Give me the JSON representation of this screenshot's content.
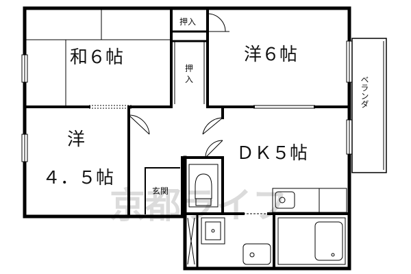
{
  "rooms": {
    "washitsu": "和６帖",
    "yoshitsu_6": "洋６帖",
    "yoshitsu_45_line1": "洋",
    "yoshitsu_45_line2": "４．５帖",
    "dk": "ＤＫ５帖",
    "genkan": "玄関"
  },
  "closets": {
    "oshiire_1": "押入",
    "oshiire_2_line1": "押",
    "oshiire_2_line2": "入"
  },
  "balcony": "ベランダ",
  "watermark": "京都ライフ",
  "colors": {
    "wall": "#000000",
    "fixture": "#222222",
    "watermark": "#9a9a9a"
  }
}
